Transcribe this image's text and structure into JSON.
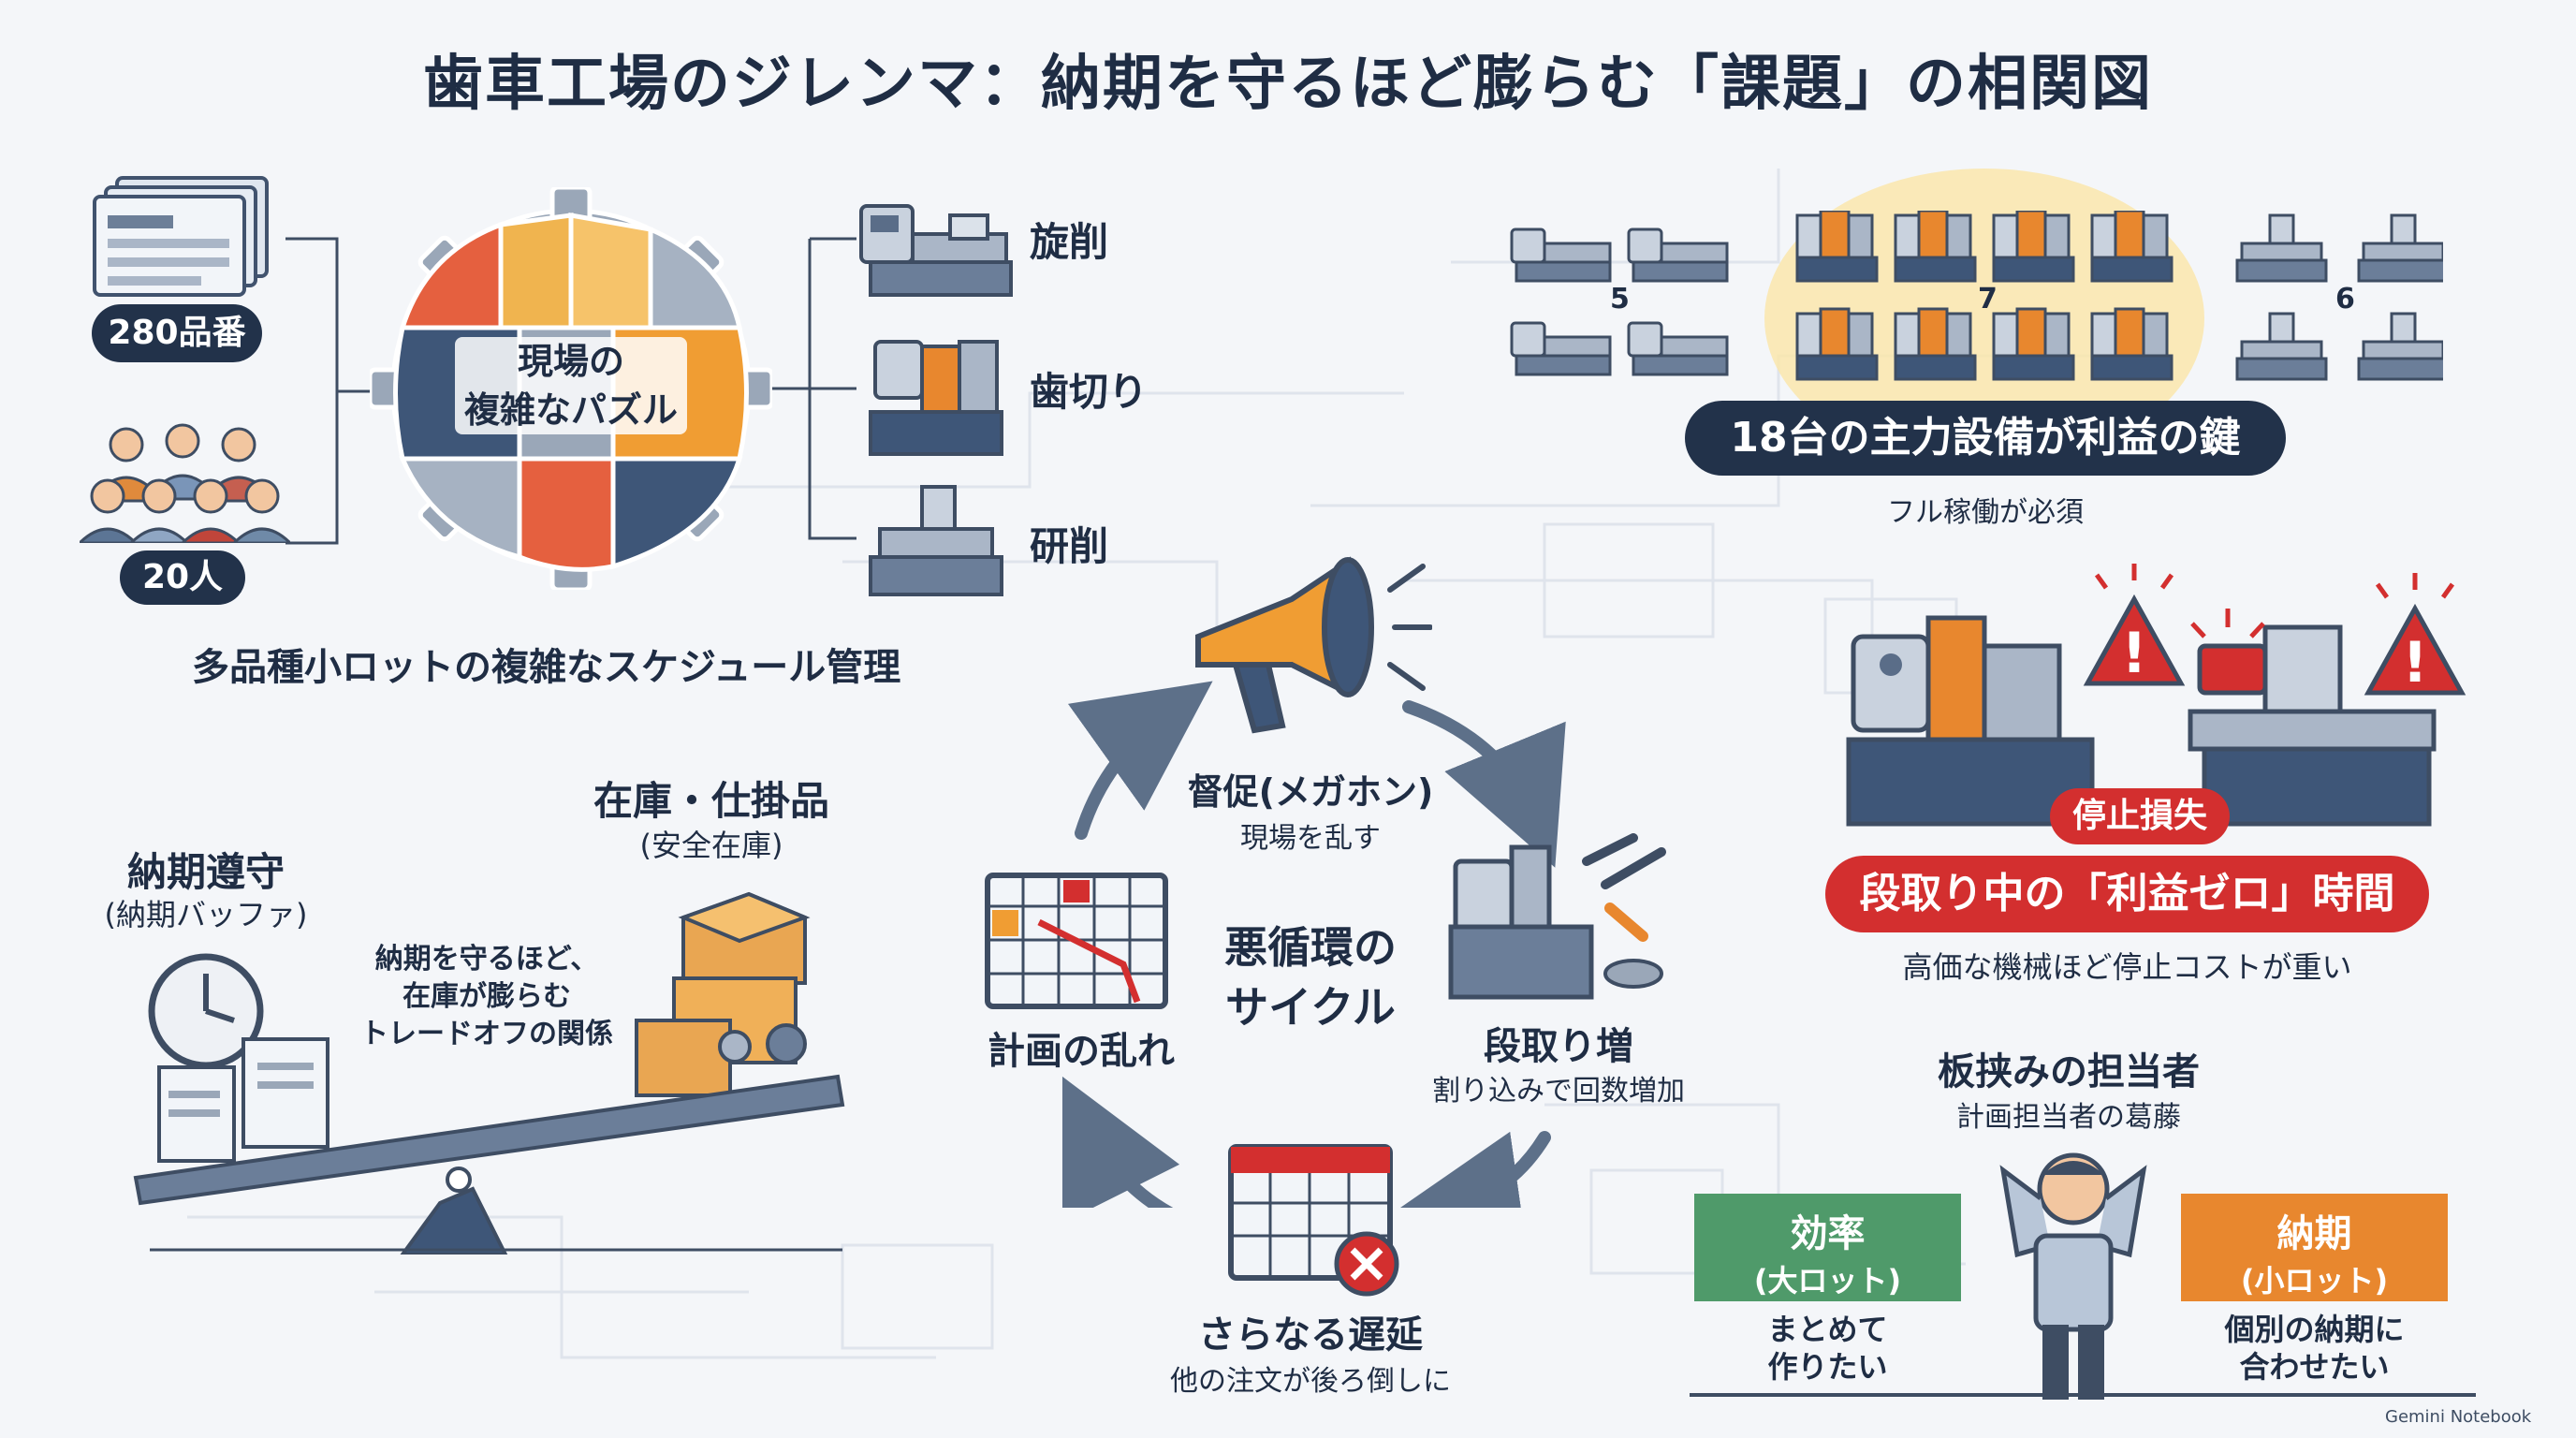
{
  "title": "歯車工場のジレンマ：納期を守るほど膨らむ「課題」の相関図",
  "puzzle": {
    "parts_count": "280品番",
    "people_count": "20人",
    "center_label_1": "現場の",
    "center_label_2": "複雑なパズル",
    "caption": "多品種小ロットの複雑なスケジュール管理",
    "processes": [
      "旋削",
      "歯切り",
      "研削"
    ]
  },
  "equipment": {
    "group_counts": [
      "5",
      "7",
      "6"
    ],
    "headline": "18台の主力設備が利益の鍵",
    "note": "フル稼働が必須"
  },
  "setup_loss": {
    "badge": "停止損失",
    "headline": "段取り中の「利益ゼロ」時間",
    "note": "高価な機械ほど停止コストが重い"
  },
  "tradeoff": {
    "inventory_title": "在庫・仕掛品",
    "inventory_sub": "(安全在庫)",
    "deadline_title": "納期遵守",
    "deadline_sub": "(納期バッファ)",
    "note_lines": [
      "納期を守るほど、",
      "在庫が膨らむ",
      "トレードオフの関係"
    ]
  },
  "cycle": {
    "center_1": "悪循環の",
    "center_2": "サイクル",
    "steps": [
      {
        "title": "督促(メガホン)",
        "sub": "現場を乱す"
      },
      {
        "title": "段取り増",
        "sub": "割り込みで回数増加"
      },
      {
        "title": "さらなる遅延",
        "sub": "他の注文が後ろ倒しに"
      },
      {
        "title": "計画の乱れ",
        "sub": ""
      }
    ]
  },
  "planner": {
    "title": "板挟みの担当者",
    "sub": "計画担当者の葛藤",
    "left_box_1": "効率",
    "left_box_2": "(大ロット)",
    "left_note_1": "まとめて",
    "left_note_2": "作りたい",
    "right_box_1": "納期",
    "right_box_2": "(小ロット)",
    "right_note_1": "個別の納期に",
    "right_note_2": "合わせたい"
  },
  "watermark": "Gemini Notebook",
  "colors": {
    "navy": "#22324a",
    "red": "#d32f2f",
    "orange": "#e8872e",
    "green": "#4f9a6a",
    "yellow_glow": "#fbe6a8"
  }
}
